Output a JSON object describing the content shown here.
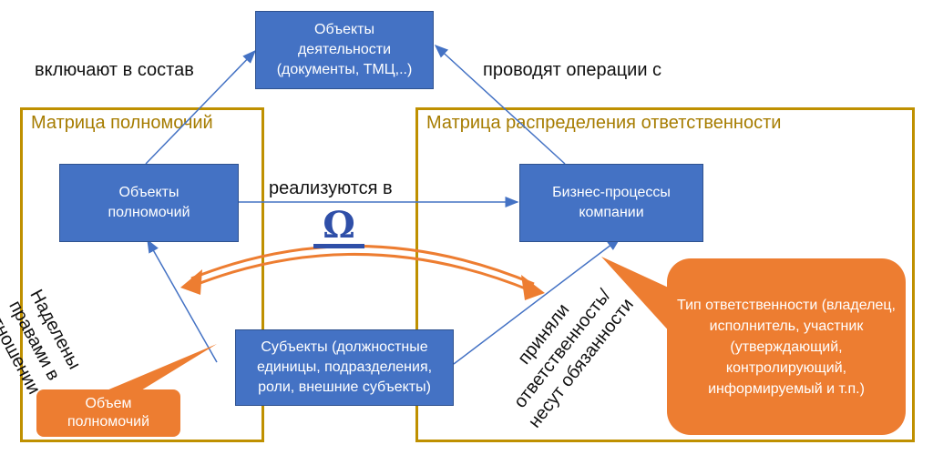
{
  "frames": {
    "authority_matrix": "Матрица полномочий",
    "responsibility_matrix": "Матрица распределения ответственности"
  },
  "boxes": {
    "activity_objects": "Объекты деятельности (документы, ТМЦ,..)",
    "authority_objects": "Объекты полномочий",
    "business_processes": "Бизнес-процессы компании",
    "subjects": "Субъекты (должностные единицы, подразделения, роли, внешние субъекты)"
  },
  "labels": {
    "include": "включают в состав",
    "operate": "проводят операции с",
    "implemented": "реализуются в",
    "endowed_1": "Наделены",
    "endowed_2": "правами в",
    "endowed_3": "отношении",
    "accepted_1": "приняли",
    "accepted_2": "ответственность/",
    "accepted_3": "несут обязанности",
    "balance_symbol": "Ω"
  },
  "callouts": {
    "authority_scope": "Объем полномочий",
    "responsibility_type": "Тип ответственности (владелец, исполнитель, участник (утверждающий, контролирующий, информируемый и т.п.)"
  },
  "colors": {
    "frame": "#bf9000",
    "box": "#4472c4",
    "callout": "#ed7d31",
    "arrow": "#4472c4"
  }
}
